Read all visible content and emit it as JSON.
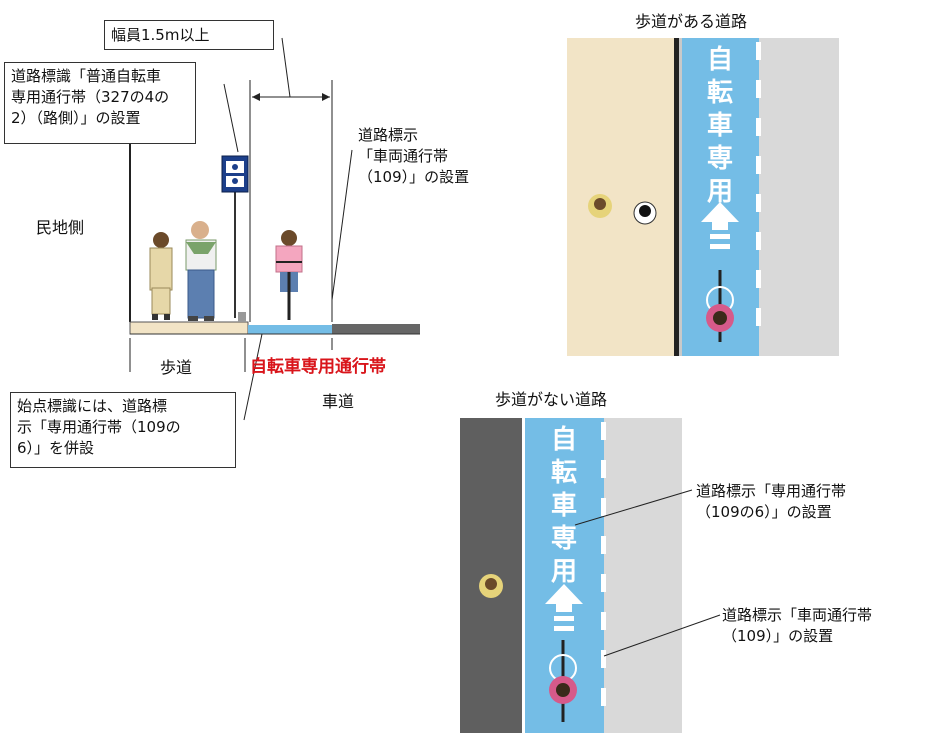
{
  "colors": {
    "sidewalk": "#f2e4c6",
    "bike_lane": "#74bde6",
    "roadway": "#d9d9d9",
    "dark_road": "#5f5f5f",
    "lane_text": "#ffffff",
    "lane_label_red": "#d9151b"
  },
  "cross_section": {
    "width_label": "幅員1.5m以上",
    "sign_label": "道路標識「普通自転車\n専用通行帯（327の4の\n2）（路側）」の設置",
    "private_side": "民地側",
    "marking_label": "道路標示\n「車両通行帯\n（109）」の設置",
    "sidewalk_label": "歩道",
    "bike_lane_label": "自転車専用通行帯",
    "roadway_label": "車道",
    "start_sign_label": "始点標識には、道路標\n示「専用通行帯（109の\n6）」を併設"
  },
  "plan_with_sidewalk": {
    "title": "歩道がある道路",
    "lane_text": [
      "自",
      "転",
      "車",
      "専",
      "用"
    ]
  },
  "plan_without_sidewalk": {
    "title": "歩道がない道路",
    "lane_text": [
      "自",
      "転",
      "車",
      "専",
      "用"
    ],
    "callout_dedicated": "道路標示「専用通行帯\n（109の6）」の設置",
    "callout_vehicle": "道路標示「車両通行帯\n（109）」の設置"
  },
  "icons": [
    "pedestrian-icon",
    "cyclist-icon",
    "arrow-up-icon",
    "bicycle-sign-icon"
  ]
}
